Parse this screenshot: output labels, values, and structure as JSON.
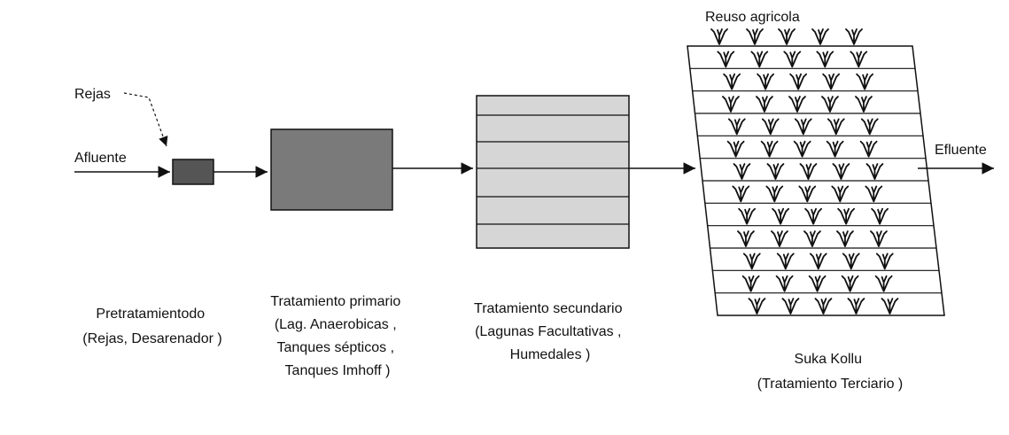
{
  "labels": {
    "rejas": "Rejas",
    "afluente": "Afluente",
    "efluente": "Efluente",
    "reuso": "Reuso agricola"
  },
  "stages": {
    "pretratamiento": [
      "Pretratamientodo",
      "(Rejas, Desarenador )"
    ],
    "primario": [
      "Tratamiento primario",
      "(Lag. Anaerobicas ,",
      "Tanques sépticos ,",
      "Tanques Imhoff )"
    ],
    "secundario": [
      "Tratamiento secundario",
      "(Lagunas Facultativas ,",
      "Humedales )"
    ],
    "terciario": [
      "Suka Kollu",
      "(Tratamiento Terciario )"
    ]
  },
  "colors": {
    "line": "#111111",
    "screen_fill": "#555555",
    "primary_fill": "#7a7a7a",
    "secondary_fill": "#d6d6d6"
  },
  "icons": {
    "plant": "crop-sprout-icon",
    "arrow": "flow-arrow-icon"
  }
}
